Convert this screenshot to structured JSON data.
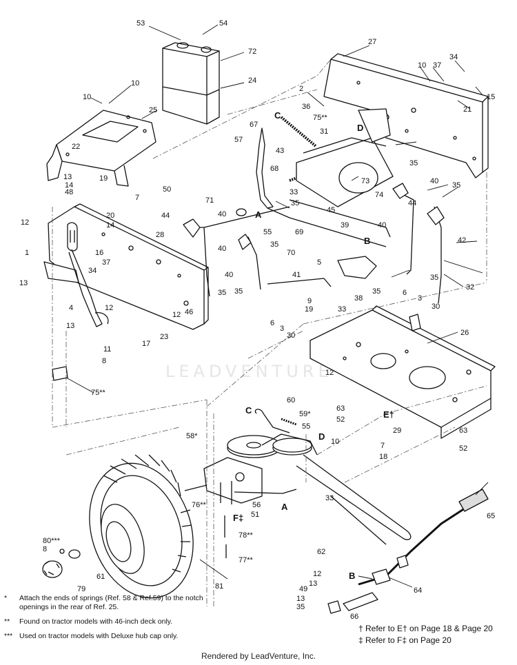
{
  "callouts": [
    {
      "id": "c53",
      "text": "53"
    },
    {
      "id": "c54",
      "text": "54"
    },
    {
      "id": "c72",
      "text": "72"
    },
    {
      "id": "c24",
      "text": "24"
    },
    {
      "id": "c27",
      "text": "27"
    },
    {
      "id": "c34a",
      "text": "34"
    },
    {
      "id": "c10a",
      "text": "10"
    },
    {
      "id": "c37a",
      "text": "37"
    },
    {
      "id": "c15",
      "text": "15"
    },
    {
      "id": "c21",
      "text": "21"
    },
    {
      "id": "c2",
      "text": "2"
    },
    {
      "id": "c36",
      "text": "36"
    },
    {
      "id": "c75a",
      "text": "75**"
    },
    {
      "id": "c31",
      "text": "31"
    },
    {
      "id": "c10b",
      "text": "10"
    },
    {
      "id": "c10c",
      "text": "10"
    },
    {
      "id": "c25",
      "text": "25"
    },
    {
      "id": "c22",
      "text": "22"
    },
    {
      "id": "c19",
      "text": "19"
    },
    {
      "id": "c13a",
      "text": "13"
    },
    {
      "id": "c14a",
      "text": "14"
    },
    {
      "id": "c50",
      "text": "50"
    },
    {
      "id": "c48",
      "text": "48"
    },
    {
      "id": "c7a",
      "text": "7"
    },
    {
      "id": "c20",
      "text": "20"
    },
    {
      "id": "c14b",
      "text": "14"
    },
    {
      "id": "c67",
      "text": "67"
    },
    {
      "id": "c57",
      "text": "57"
    },
    {
      "id": "c43",
      "text": "43"
    },
    {
      "id": "c35a",
      "text": "35"
    },
    {
      "id": "c73",
      "text": "73"
    },
    {
      "id": "c68",
      "text": "68"
    },
    {
      "id": "c33a",
      "text": "33"
    },
    {
      "id": "c35b",
      "text": "35"
    },
    {
      "id": "c45",
      "text": "45"
    },
    {
      "id": "c74",
      "text": "74"
    },
    {
      "id": "c39",
      "text": "39"
    },
    {
      "id": "c40a",
      "text": "40"
    },
    {
      "id": "c35c",
      "text": "35"
    },
    {
      "id": "c44a",
      "text": "44"
    },
    {
      "id": "c40b",
      "text": "40"
    },
    {
      "id": "c42",
      "text": "42"
    },
    {
      "id": "c12a",
      "text": "12"
    },
    {
      "id": "c44b",
      "text": "44"
    },
    {
      "id": "c40c",
      "text": "40"
    },
    {
      "id": "c71",
      "text": "71"
    },
    {
      "id": "c69",
      "text": "69"
    },
    {
      "id": "c28",
      "text": "28"
    },
    {
      "id": "c16",
      "text": "16"
    },
    {
      "id": "c1",
      "text": "1"
    },
    {
      "id": "c55a",
      "text": "55"
    },
    {
      "id": "c35d",
      "text": "35"
    },
    {
      "id": "c70",
      "text": "70"
    },
    {
      "id": "c40d",
      "text": "40"
    },
    {
      "id": "c37b",
      "text": "37"
    },
    {
      "id": "c34b",
      "text": "34"
    },
    {
      "id": "c40e",
      "text": "40"
    },
    {
      "id": "c5",
      "text": "5"
    },
    {
      "id": "c41",
      "text": "41"
    },
    {
      "id": "c35e",
      "text": "35"
    },
    {
      "id": "c32",
      "text": "32"
    },
    {
      "id": "c13b",
      "text": "13"
    },
    {
      "id": "c35f",
      "text": "35"
    },
    {
      "id": "c35g",
      "text": "35"
    },
    {
      "id": "c38",
      "text": "38"
    },
    {
      "id": "c35h",
      "text": "35"
    },
    {
      "id": "c4",
      "text": "4"
    },
    {
      "id": "c12b",
      "text": "12"
    },
    {
      "id": "c46",
      "text": "46"
    },
    {
      "id": "c9",
      "text": "9"
    },
    {
      "id": "c33b",
      "text": "33"
    },
    {
      "id": "c6a",
      "text": "6"
    },
    {
      "id": "c3a",
      "text": "3"
    },
    {
      "id": "c30a",
      "text": "30"
    },
    {
      "id": "c13c",
      "text": "13"
    },
    {
      "id": "c19b",
      "text": "19"
    },
    {
      "id": "c6b",
      "text": "6"
    },
    {
      "id": "c3b",
      "text": "3"
    },
    {
      "id": "c30b",
      "text": "30"
    },
    {
      "id": "c12c",
      "text": "12"
    },
    {
      "id": "c23",
      "text": "23"
    },
    {
      "id": "c17",
      "text": "17"
    },
    {
      "id": "c11",
      "text": "11"
    },
    {
      "id": "c8a",
      "text": "8"
    },
    {
      "id": "c26",
      "text": "26"
    },
    {
      "id": "c75b",
      "text": "75**"
    },
    {
      "id": "c12d",
      "text": "12"
    },
    {
      "id": "c60",
      "text": "60"
    },
    {
      "id": "c59",
      "text": "59*"
    },
    {
      "id": "c55b",
      "text": "55"
    },
    {
      "id": "c63a",
      "text": "63"
    },
    {
      "id": "c52a",
      "text": "52"
    },
    {
      "id": "c10d",
      "text": "10"
    },
    {
      "id": "c29",
      "text": "29"
    },
    {
      "id": "c63b",
      "text": "63"
    },
    {
      "id": "c7b",
      "text": "7"
    },
    {
      "id": "c18",
      "text": "18"
    },
    {
      "id": "c52b",
      "text": "52"
    },
    {
      "id": "c58",
      "text": "58*"
    },
    {
      "id": "c76",
      "text": "76**"
    },
    {
      "id": "c56",
      "text": "56"
    },
    {
      "id": "c33c",
      "text": "33"
    },
    {
      "id": "c51",
      "text": "51"
    },
    {
      "id": "c78",
      "text": "78**"
    },
    {
      "id": "c65",
      "text": "65"
    },
    {
      "id": "c80",
      "text": "80***"
    },
    {
      "id": "c8b",
      "text": "8"
    },
    {
      "id": "c61",
      "text": "61"
    },
    {
      "id": "c62",
      "text": "62"
    },
    {
      "id": "c77",
      "text": "77**"
    },
    {
      "id": "c79",
      "text": "79"
    },
    {
      "id": "c81",
      "text": "81"
    },
    {
      "id": "c64",
      "text": "64"
    },
    {
      "id": "c12e",
      "text": "12"
    },
    {
      "id": "c13d",
      "text": "13"
    },
    {
      "id": "c49",
      "text": "49"
    },
    {
      "id": "c13e",
      "text": "13"
    },
    {
      "id": "c35i",
      "text": "35"
    },
    {
      "id": "c66",
      "text": "66"
    }
  ],
  "letters": [
    {
      "id": "lC1",
      "text": "C"
    },
    {
      "id": "lD1",
      "text": "D"
    },
    {
      "id": "lA1",
      "text": "A"
    },
    {
      "id": "lB1",
      "text": "B"
    },
    {
      "id": "lC2",
      "text": "C"
    },
    {
      "id": "lD2",
      "text": "D"
    },
    {
      "id": "lA2",
      "text": "A"
    },
    {
      "id": "lE",
      "text": "E†"
    },
    {
      "id": "lF",
      "text": "F‡"
    },
    {
      "id": "lB2",
      "text": "B"
    }
  ],
  "notes": [
    {
      "marker": "*",
      "text": "Attach the ends of springs (Ref. 58 & Ref.59) to the notch openings in the rear of Ref. 25."
    },
    {
      "marker": "**",
      "text": "Found on tractor models with 46-inch deck only."
    },
    {
      "marker": "***",
      "text": "Used on tractor models with Deluxe hub cap only."
    }
  ],
  "refs": [
    {
      "text": "† Refer to E† on Page 18 & Page 20"
    },
    {
      "text": "‡ Refer to F‡ on Page 20"
    }
  ],
  "watermark": "LEADVENTURE",
  "footer": "Rendered by LeadVenture, Inc."
}
